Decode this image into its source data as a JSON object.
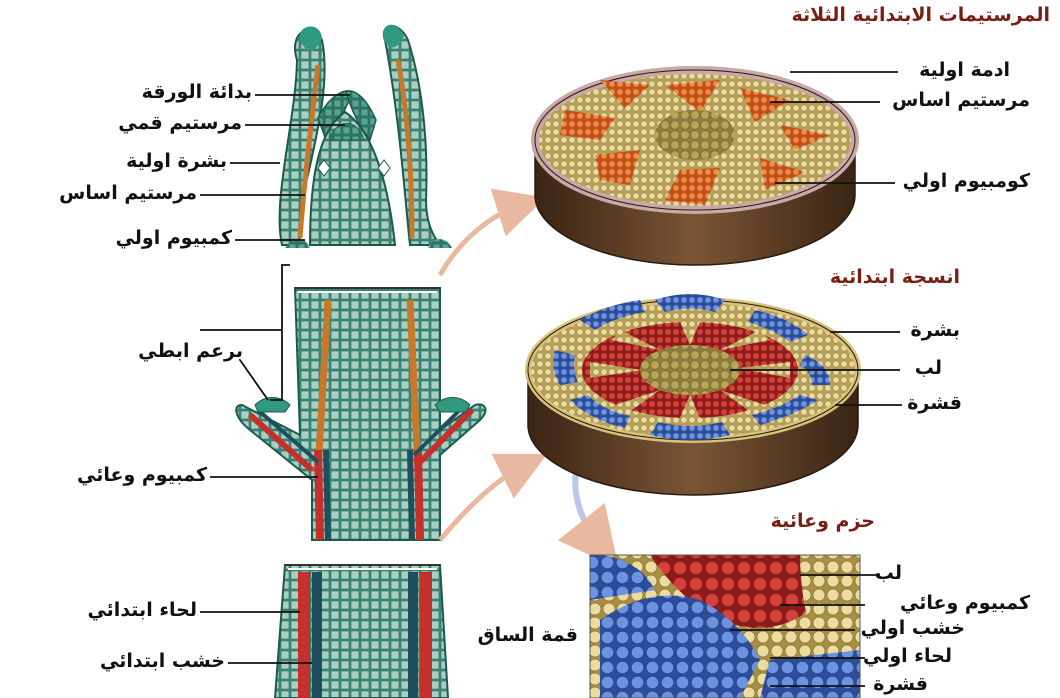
{
  "titles": {
    "primary_meristems": "المرستيمات الابتدائية الثلاثة",
    "primary_tissues": "انسجة ابتدائية",
    "vascular_bundles": "حزم وعائية"
  },
  "left_labels": {
    "leaf_primordium": "بدائة الورقة",
    "apical_meristem": "مرستيم قمي",
    "protoderm": "بشرة اولية",
    "ground_meristem": "مرستيم اساس",
    "procambium": "كمبيوم اولي",
    "axillary_bud": "برعم ابطي",
    "vascular_cambium": "كمبيوم وعائي",
    "primary_phloem": "لحاء ابتدائي",
    "primary_xylem": "خشب ابتدائي"
  },
  "disc1_labels": {
    "protoderm": "ادمة اولية",
    "ground_meristem": "مرستيم اساس",
    "procambium": "كومبيوم اولي"
  },
  "disc2_labels": {
    "epidermis": "بشرة",
    "pith": "لب",
    "cortex": "قشرة"
  },
  "zoom_labels": {
    "pith": "لب",
    "vascular_cambium": "كمبيوم وعائي",
    "primary_xylem": "خشب اولي",
    "primary_phloem": "لحاء اولي",
    "cortex": "قشرة"
  },
  "stem_tip_label": "قمة الساق",
  "colors": {
    "title": "#7a1e14",
    "tissue_green": "#2f7d6e",
    "procambium_orange": "#e36a2a",
    "xylem_red": "#c5302d",
    "phloem_blue": "#4a73c9",
    "ground_beige": "#cdb873",
    "disc_side": "#5a3a22",
    "arrow_pink": "#e8b8a0"
  }
}
